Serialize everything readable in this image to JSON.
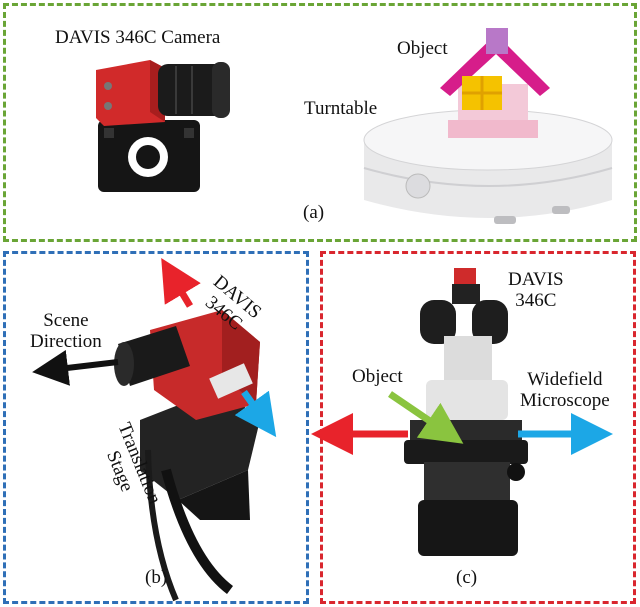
{
  "panel_a": {
    "camera_label": "DAVIS 346C Camera",
    "object_label": "Object",
    "turntable_label": "Turntable",
    "caption": "(a)"
  },
  "panel_b": {
    "davis_line1": "DAVIS",
    "davis_line2": "346C",
    "scene_line1": "Scene",
    "scene_line2": "Direction",
    "translation_line1": "Translation",
    "translation_line2": "Stage",
    "caption": "(b)"
  },
  "panel_c": {
    "davis_line1": "DAVIS",
    "davis_line2": "346C",
    "object_label": "Object",
    "widefield_line1": "Widefield",
    "widefield_line2": "Microscope",
    "caption": "(c)"
  },
  "colors": {
    "panel_a_border": "#6aa536",
    "panel_b_border": "#2f6fb7",
    "panel_c_border": "#d9262e",
    "arrow_red": "#e8232b",
    "arrow_blue": "#1ca7e6",
    "arrow_green": "#8ac43f",
    "arrow_black": "#111111"
  }
}
